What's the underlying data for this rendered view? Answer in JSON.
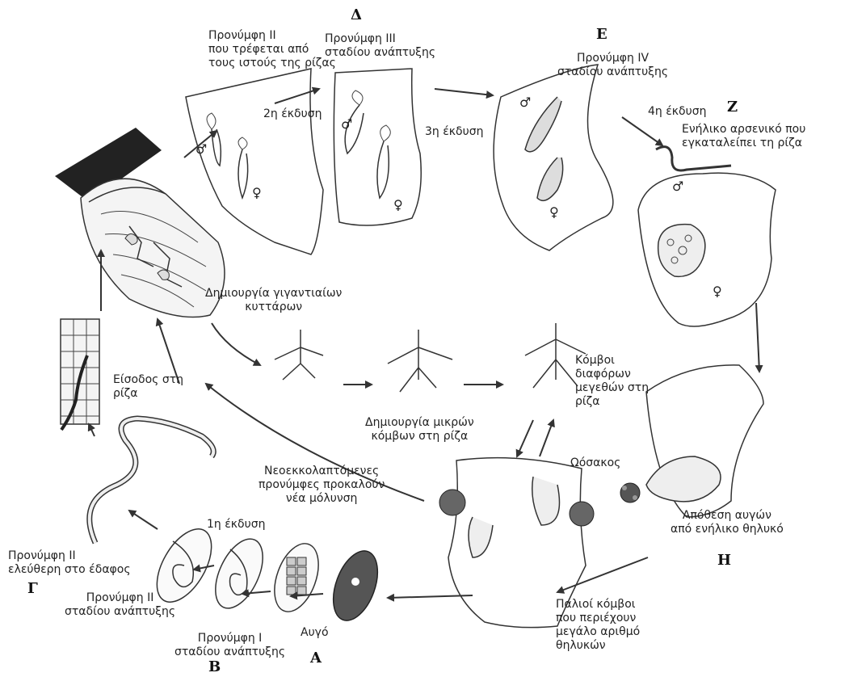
{
  "stage_letters": {
    "a": "Α",
    "b": "Β",
    "g": "Γ",
    "d": "Δ",
    "e": "Ε",
    "z": "Ζ",
    "h": "Η"
  },
  "labels": {
    "larva2_root_l1": "Προνύμφη ΙΙ",
    "larva2_root_l2": "που τρέφεται από",
    "larva2_root_l3": "τους ιστούς της ρίζας",
    "larva3_l1": "Προνύμφη ΙΙΙ",
    "larva3_l2": "σταδίου ανάπτυξης",
    "larva4_l1": "Προνύμφη ΙV",
    "larva4_l2": "σταδίου ανάπτυξης",
    "molt2": "2η έκδυση",
    "molt3": "3η έκδυση",
    "molt4": "4η έκδυση",
    "adult_male_l1": "Ενήλικο αρσενικό που",
    "adult_male_l2": "εγκαταλείπει τη ρίζα",
    "giant_cells_l1": "Δημιουργία γιγαντιαίων",
    "giant_cells_l2": "κυττάρων",
    "root_entry_l1": "Είσοδος στη",
    "root_entry_l2": "ρίζα",
    "small_galls_l1": "Δημιουργία μικρών",
    "small_galls_l2": "κόμβων στη ρίζα",
    "galls_sizes_l1": "Κόμβοι",
    "galls_sizes_l2": "διαφόρων",
    "galls_sizes_l3": "μεγεθών στη",
    "galls_sizes_l4": "ρίζα",
    "new_infection_l1": "Νεοεκκολαπτόμενες",
    "new_infection_l2": "προνύμφες προκαλούν",
    "new_infection_l3": "νέα μόλυνση",
    "egg_sac": "Ωόσακος",
    "egg_laying_l1": "Απόθεση αυγών",
    "egg_laying_l2": "από ενήλικο θηλυκό",
    "free_larva_l1": "Προνύμφη ΙΙ",
    "free_larva_l2": "ελεύθερη στο έδαφος",
    "larva2_dev_l1": "Προνύμφη ΙΙ",
    "larva2_dev_l2": "σταδίου ανάπτυξης",
    "molt1": "1η έκδυση",
    "larva1_l1": "Προνύμφη Ι",
    "larva1_l2": "σταδίου ανάπτυξης",
    "egg": "Αυγό",
    "old_galls_l1": "Παλιοί κόμβοι",
    "old_galls_l2": "που περιέχουν",
    "old_galls_l3": "μεγάλο αριθμό",
    "old_galls_l4": "θηλυκών"
  },
  "symbols": {
    "male": "♂",
    "female": "♀"
  }
}
